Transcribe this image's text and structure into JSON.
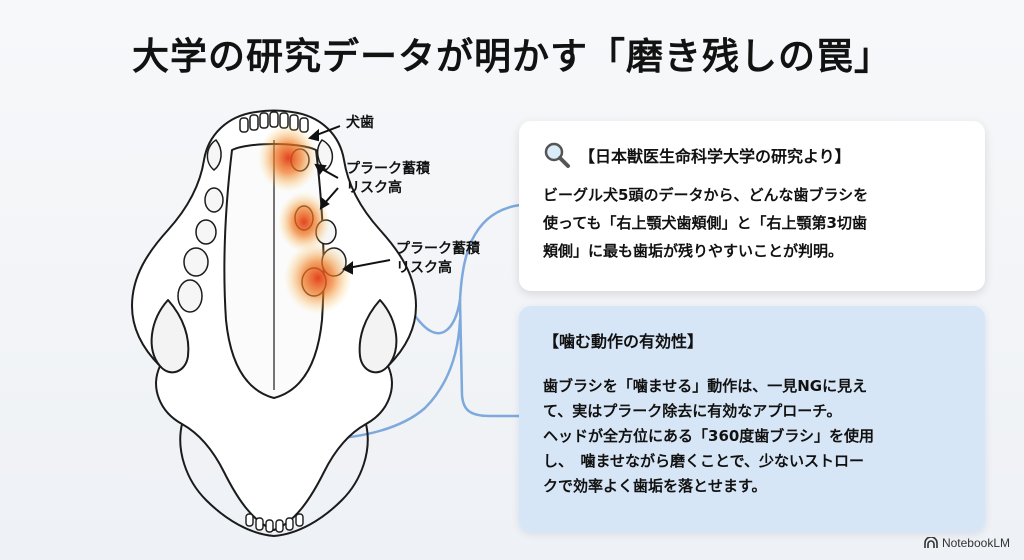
{
  "title": "大学の研究データが明かす「磨き残しの罠」",
  "annotations": {
    "canine": "犬歯",
    "risk1": [
      "プラーク蓄積",
      "リスク高"
    ],
    "risk2": [
      "プラーク蓄積",
      "リスク高"
    ]
  },
  "card_research": {
    "icon": "magnifier-icon",
    "heading": "【日本獣医生命科学大学の研究より】",
    "lines": [
      "ビーグル犬5頭のデータから、どんな歯ブラシを",
      "使っても「右上顎犬歯頬側」と「右上顎第3切歯",
      "頬側」に最も歯垢が残りやすいことが判明。"
    ]
  },
  "card_chewing": {
    "heading": "【噛む動作の有効性】",
    "lines": [
      "歯ブラシを「噛ませる」動作は、一見NGに見え",
      "て、実はプラーク除去に有効なアプローチ。",
      "ヘッドが全方位にある「360度歯ブラシ」を使用",
      "し、　噛ませながら磨くことで、少ないストロー",
      "クで効率よく歯垢を落とせます。"
    ]
  },
  "branding": {
    "logo_text": "NotebookLM"
  },
  "colors": {
    "hotspot": "#e8401c",
    "connector": "#7ea9dc",
    "card2_bg": "#d7e6f6"
  }
}
